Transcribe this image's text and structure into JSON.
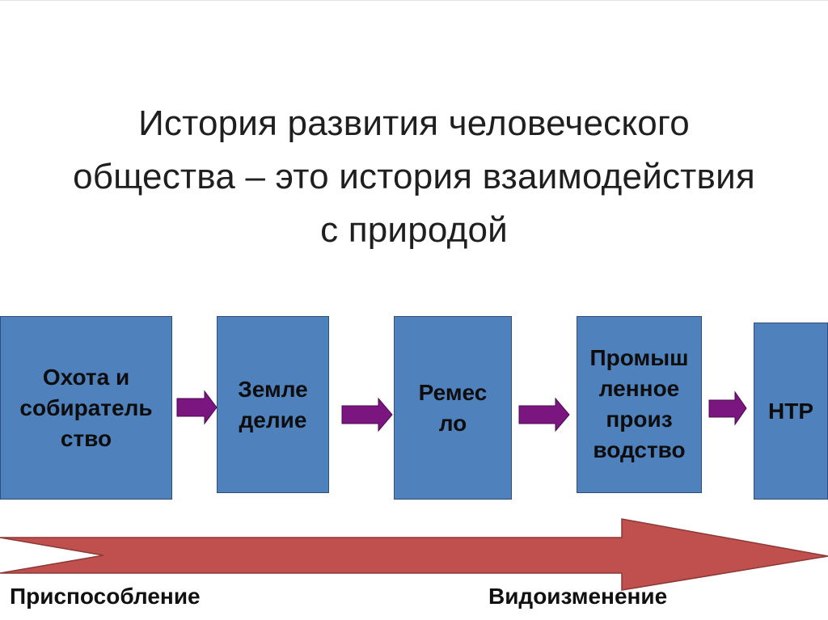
{
  "title": {
    "line1": "История развития человеческого",
    "line2": "общества – это история взаимодействия",
    "line3": "с природой"
  },
  "stages": [
    {
      "label": "Охота и\nсобиратель\nство"
    },
    {
      "label": "Земле\nделие"
    },
    {
      "label": "Ремес\nло"
    },
    {
      "label": "Промыш\nленное\nпроиз\nводство"
    },
    {
      "label": "НТР"
    }
  ],
  "captions": {
    "left": "Приспособление",
    "right": "Видоизменение"
  },
  "colors": {
    "box_fill": "#4f81bd",
    "small_arrow": "#7b157f",
    "big_arrow": "#c0504d"
  }
}
